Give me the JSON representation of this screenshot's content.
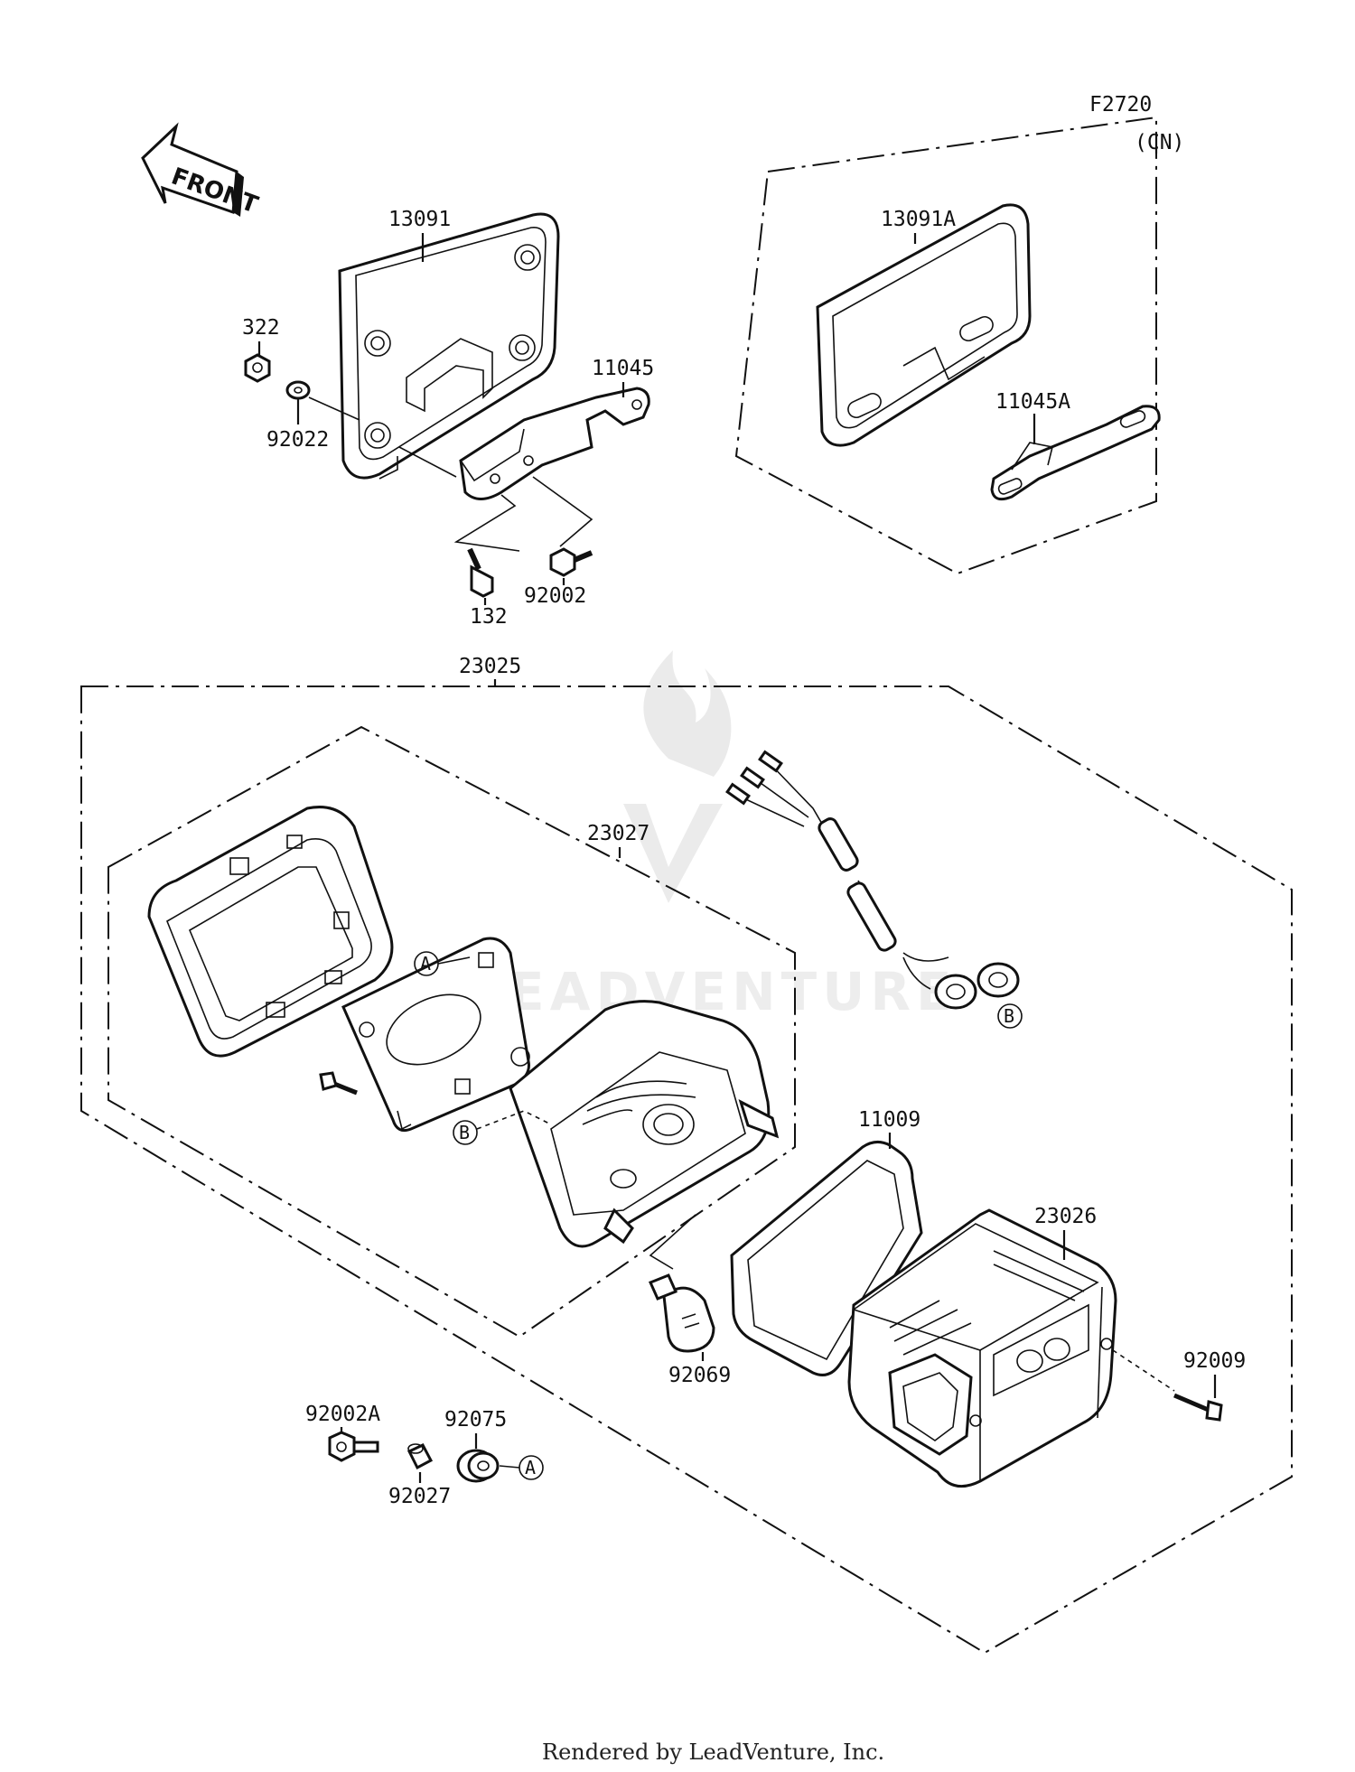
{
  "diagram": {
    "figure_code": "F2720",
    "variant_tag": "(CN)",
    "direction_label": "FRONT",
    "watermark": "LEADVENTURE",
    "footer": "Rendered by LeadVenture, Inc.",
    "parts": {
      "p13091": "13091",
      "p322": "322",
      "p92022": "92022",
      "p11045": "11045",
      "p132": "132",
      "p92002": "92002",
      "p13091A": "13091A",
      "p11045A": "11045A",
      "p23025": "23025",
      "p23027": "23027",
      "p11009": "11009",
      "p23026": "23026",
      "p92009": "92009",
      "p92069": "92069",
      "p92002A": "92002A",
      "p92075": "92075",
      "p92027": "92027"
    },
    "connectors": {
      "a": "A",
      "b": "B"
    }
  }
}
